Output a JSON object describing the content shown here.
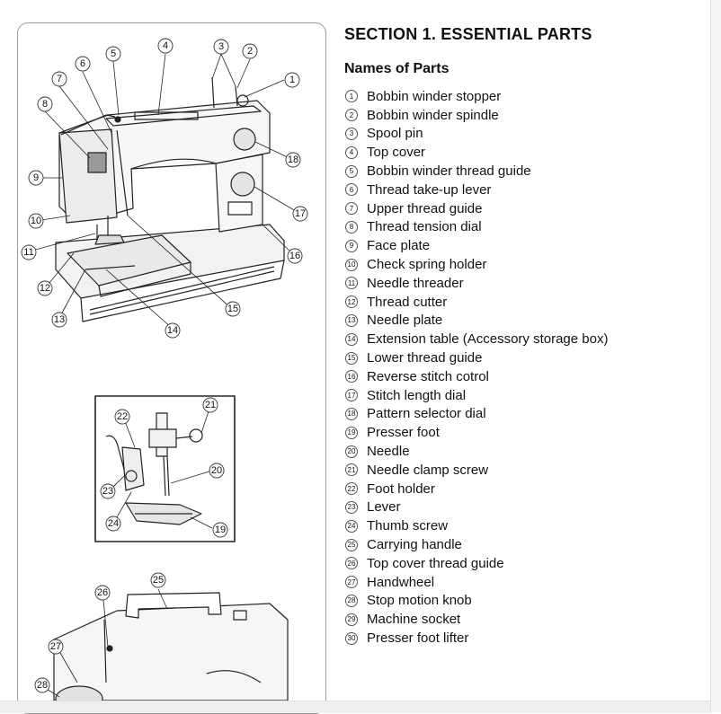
{
  "section_title": "SECTION 1. ESSENTIAL PARTS",
  "subtitle": "Names of Parts",
  "parts": [
    {
      "num": "1",
      "name": "Bobbin winder stopper"
    },
    {
      "num": "2",
      "name": "Bobbin winder spindle"
    },
    {
      "num": "3",
      "name": "Spool pin"
    },
    {
      "num": "4",
      "name": "Top cover"
    },
    {
      "num": "5",
      "name": "Bobbin winder thread guide"
    },
    {
      "num": "6",
      "name": "Thread take-up lever"
    },
    {
      "num": "7",
      "name": "Upper thread guide"
    },
    {
      "num": "8",
      "name": "Thread tension dial"
    },
    {
      "num": "9",
      "name": "Face plate"
    },
    {
      "num": "10",
      "name": "Check spring holder"
    },
    {
      "num": "11",
      "name": "Needle threader"
    },
    {
      "num": "12",
      "name": "Thread cutter"
    },
    {
      "num": "13",
      "name": "Needle plate"
    },
    {
      "num": "14",
      "name": "Extension table (Accessory storage box)"
    },
    {
      "num": "15",
      "name": "Lower thread guide"
    },
    {
      "num": "16",
      "name": "Reverse stitch cotrol"
    },
    {
      "num": "17",
      "name": "Stitch length dial"
    },
    {
      "num": "18",
      "name": "Pattern selector dial"
    },
    {
      "num": "19",
      "name": "Presser foot"
    },
    {
      "num": "20",
      "name": "Needle"
    },
    {
      "num": "21",
      "name": "Needle clamp screw"
    },
    {
      "num": "22",
      "name": "Foot holder"
    },
    {
      "num": "23",
      "name": "Lever"
    },
    {
      "num": "24",
      "name": "Thumb screw"
    },
    {
      "num": "25",
      "name": "Carrying handle"
    },
    {
      "num": "26",
      "name": "Top cover thread guide"
    },
    {
      "num": "27",
      "name": "Handwheel"
    },
    {
      "num": "28",
      "name": "Stop motion knob"
    },
    {
      "num": "29",
      "name": "Machine socket"
    },
    {
      "num": "30",
      "name": "Presser foot lifter"
    }
  ],
  "callouts": {
    "c1": "1",
    "c2": "2",
    "c3": "3",
    "c4": "4",
    "c5": "5",
    "c6": "6",
    "c7": "7",
    "c8": "8",
    "c9": "9",
    "c10": "10",
    "c11": "11",
    "c12": "12",
    "c13": "13",
    "c14": "14",
    "c15": "15",
    "c16": "16",
    "c17": "17",
    "c18": "18",
    "c19": "19",
    "c20": "20",
    "c21": "21",
    "c22": "22",
    "c23": "23",
    "c24": "24",
    "c25": "25",
    "c26": "26",
    "c27": "27",
    "c28": "28"
  }
}
